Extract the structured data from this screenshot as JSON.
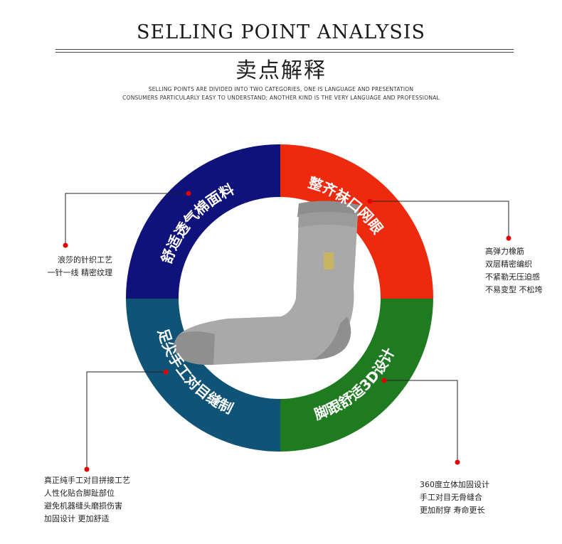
{
  "header": {
    "title": "SELLING POINT ANALYSIS",
    "subtitle": "卖点解释",
    "description_line1": "SELLING POINTS ARE DIVIDED INTO TWO CATEGORIES, ONE IS LANGUAGE AND PRESENTATION",
    "description_line2": "CONSUMERS PARTICULARLY EASY TO UNDERSTAND; ANOTHER KIND IS THE VERY LANGUAGE AND PROFESSIONAL"
  },
  "segments": {
    "top_left": {
      "label": "舒适透气棉面料",
      "color": "#10127c"
    },
    "top_right": {
      "label": "整齐袜口网眼",
      "color": "#ee2a0e"
    },
    "bottom_left": {
      "label": "足尖手工对目缝制",
      "color": "#0f5377"
    },
    "bottom_right": {
      "label": "脚跟舒适3D设计",
      "color": "#1f7b1f"
    }
  },
  "notes": {
    "top_left": [
      "浪莎的针织工艺",
      "一针一线 精密纹理"
    ],
    "top_right": [
      "高弹力橡筋",
      "双层精密编织",
      "不紧勒无压迫感",
      "不易变型 不松垮"
    ],
    "bottom_left": [
      "真正纯手工对目拼接工艺",
      "人性化贴合脚趾部位",
      "避免机器缝头磨损伤害",
      "加固设计 更加舒适"
    ],
    "bottom_right": [
      "360度立体加固设计",
      "手工对目无骨缝合",
      "更加耐穿 寿命更长"
    ]
  },
  "colors": {
    "dot": "#e30000",
    "leader": "#222222"
  }
}
